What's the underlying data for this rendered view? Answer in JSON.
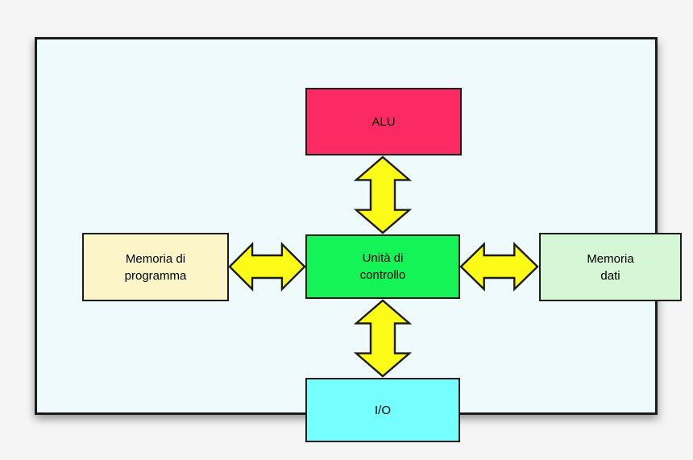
{
  "colors": {
    "canvas_bg": "#f5f5f5",
    "frame_bg": "#effafc",
    "border": "#1b1b1b",
    "alu": "#fb2a63",
    "control_unit": "#14f456",
    "program_memory": "#fbf5c8",
    "data_memory": "#d6f7d6",
    "io": "#74fefe",
    "arrow": "#fbfb17",
    "arrow_stroke": "#1b1b1b",
    "text": "#000000"
  },
  "diagram": {
    "nodes": {
      "alu": {
        "label": "ALU"
      },
      "program_memory": {
        "label": "Memoria di\nprogramma"
      },
      "control_unit": {
        "label": "Unità di\ncontrollo"
      },
      "data_memory": {
        "label": "Memoria\ndati"
      },
      "io": {
        "label": "I/O"
      }
    },
    "connections": [
      {
        "from": "alu",
        "to": "control_unit",
        "type": "bidirectional"
      },
      {
        "from": "program_memory",
        "to": "control_unit",
        "type": "bidirectional"
      },
      {
        "from": "control_unit",
        "to": "data_memory",
        "type": "bidirectional"
      },
      {
        "from": "control_unit",
        "to": "io",
        "type": "bidirectional"
      }
    ]
  }
}
